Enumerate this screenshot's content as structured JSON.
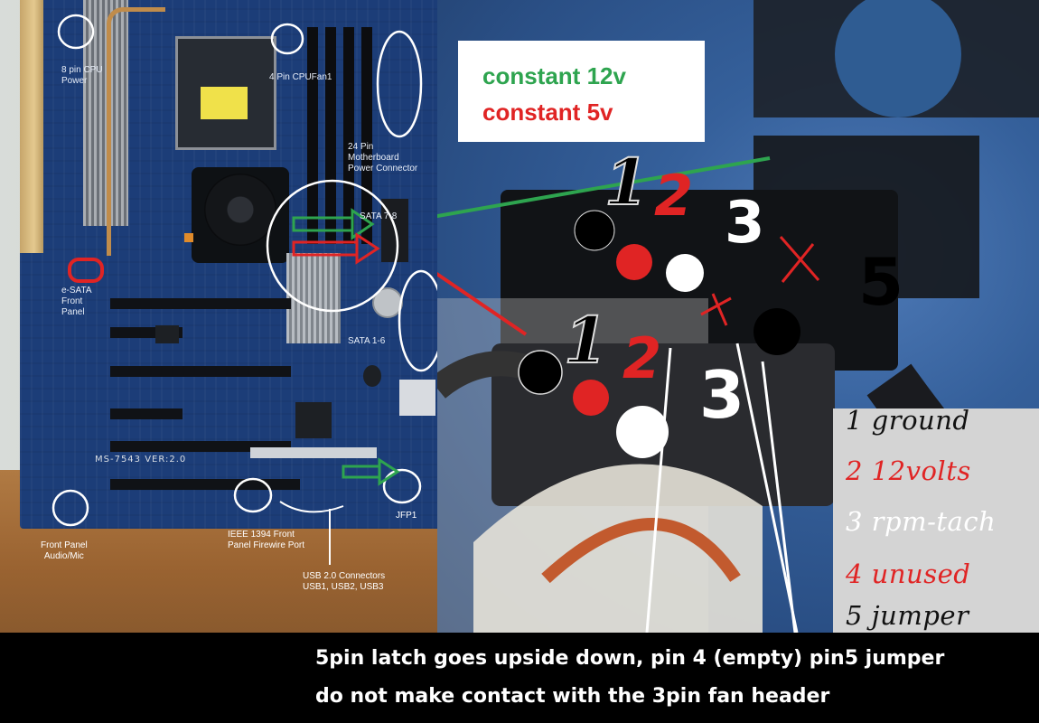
{
  "legend_top": {
    "line1": "constant 12v",
    "line2": "constant 5v",
    "line1_color": "#2ea44f",
    "line2_color": "#e02424"
  },
  "motherboard_labels": {
    "cpu_power": "8 pin CPU\nPower",
    "cpu_fan": "4 Pin CPUFan1",
    "power_24": "24 Pin\nMotherboard\nPower Connector",
    "sata_78": "SATA 7-8",
    "esata": "e-SATA\nFront\nPanel",
    "sata_16": "SATA 1-6",
    "version": "MS-7543 VER:2.0",
    "front_audio": "Front Panel\nAudio/Mic",
    "firewire": "IEEE 1394 Front\nPanel Firewire Port",
    "usb": "USB 2.0 Connectors\nUSB1, USB2, USB3",
    "jfp1": "JFP1"
  },
  "closeup_pin_numbers": {
    "upper": [
      "1",
      "2",
      "3",
      "5"
    ],
    "lower": [
      "1",
      "2",
      "3"
    ]
  },
  "pin_legend": [
    {
      "text": "1 ground",
      "color": "#111111"
    },
    {
      "text": "2 12volts",
      "color": "#e02424"
    },
    {
      "text": "3 rpm-tach",
      "color": "#ffffff"
    },
    {
      "text": "4 unused",
      "color": "#e02424"
    },
    {
      "text": "5 jumper",
      "color": "#111111"
    }
  ],
  "caption": {
    "line1": "5pin latch goes upside down, pin 4 (empty) pin5 jumper",
    "line2": "do not make contact with the 3pin fan header"
  },
  "colors": {
    "annotation_green": "#2ea44f",
    "annotation_red": "#e02424",
    "annotation_white": "#ffffff"
  }
}
